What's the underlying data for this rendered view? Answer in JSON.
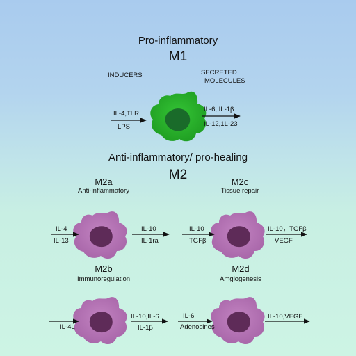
{
  "m1": {
    "heading": "Pro-inflammatory",
    "name": "M1",
    "inducers_label": "INDUCERS",
    "secreted_label_line1": "SECRETED",
    "secreted_label_line2": "MOLECULES",
    "inducer_top": "IL-4,TLR",
    "inducer_bottom": "LPS",
    "secreted_top": "IL-6, IL-1β",
    "secreted_bottom": "IL-12,1L-23",
    "cell_color": "#2eb830"
  },
  "m2": {
    "heading": "Anti-inflammatory/ pro-healing",
    "name": "M2",
    "cell_color": "#b577b5",
    "nucleus_color": "#5e2b58",
    "m2a": {
      "name": "M2a",
      "role": "Anti-inflammatory",
      "in_top": "IL-4",
      "in_bottom": "IL-13",
      "out_top": "IL-10",
      "out_bottom": "IL-1ra"
    },
    "m2c": {
      "name": "M2c",
      "role": "Tissue repair",
      "in_top": "IL-10",
      "in_bottom": "TGFβ",
      "out_top": "IL-10，TGFβ",
      "out_bottom": "VEGF"
    },
    "m2b": {
      "name": "M2b",
      "role": "Immunoregulation",
      "in_bottom": "IL-4L",
      "out_top": "IL-10,IL-6",
      "out_bottom": "IL-1β"
    },
    "m2d": {
      "name": "M2d",
      "role": "Amgiogenesis",
      "in_top": "IL-6",
      "in_bottom": "Adenosines",
      "out_top": "IL-10,VEGF"
    }
  }
}
